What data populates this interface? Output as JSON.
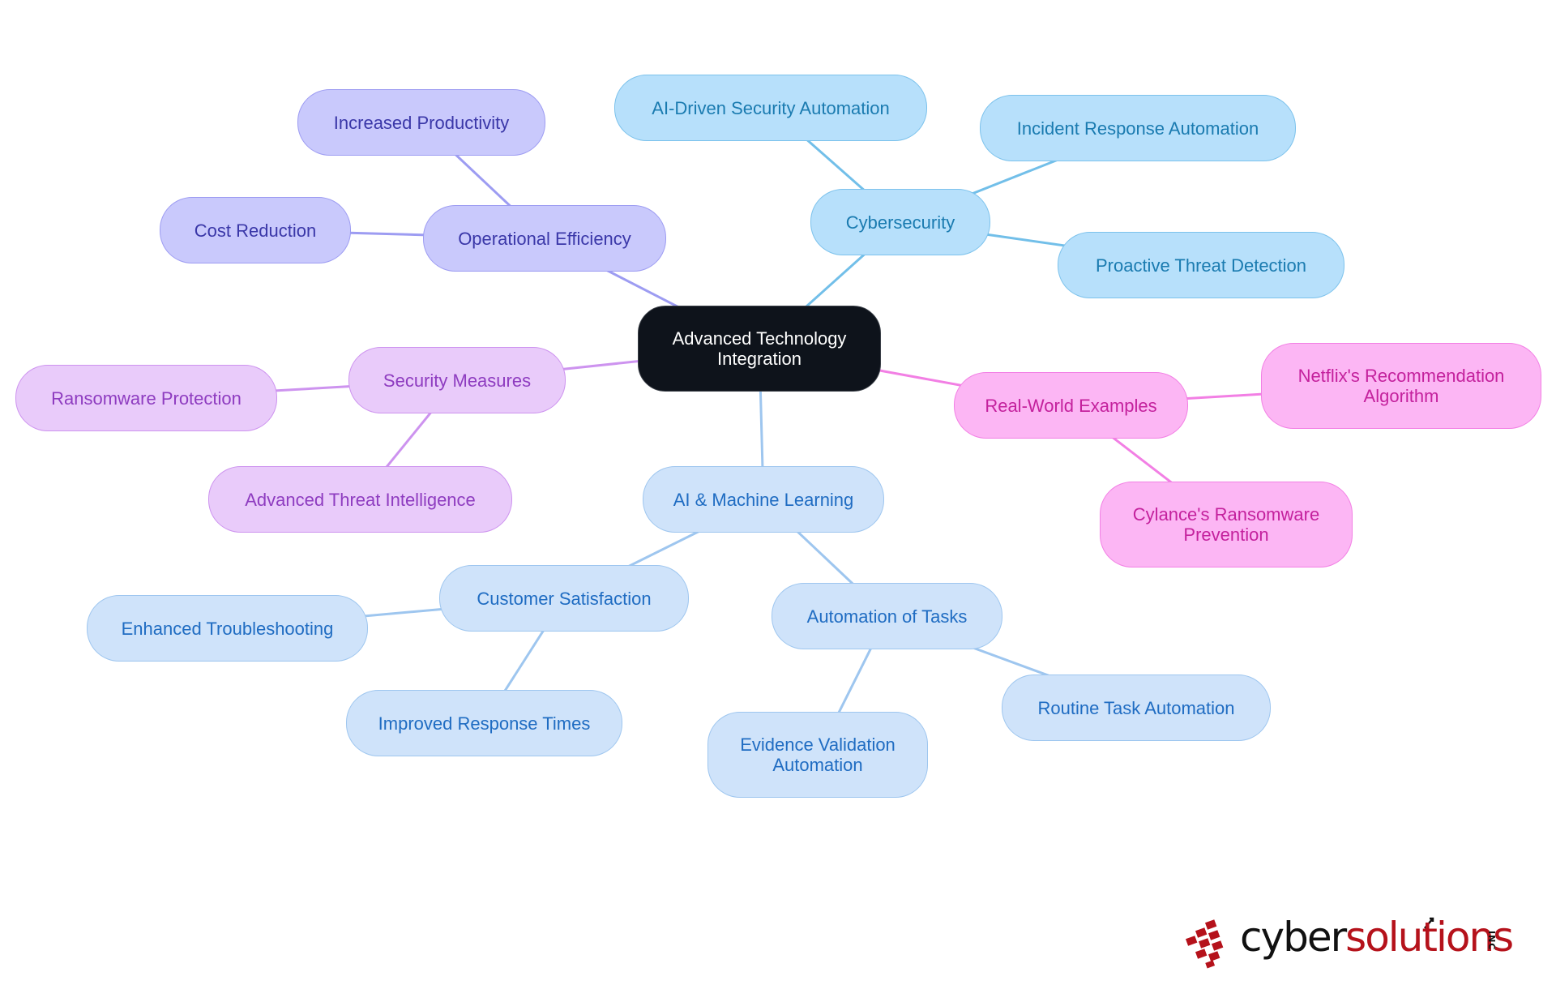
{
  "diagram": {
    "type": "mind-map",
    "root": {
      "id": "root",
      "label": "Advanced Technology\nIntegration"
    },
    "nodes": [
      {
        "id": "ops",
        "label": "Operational Efficiency",
        "group": "purple",
        "parent": "root"
      },
      {
        "id": "prod",
        "label": "Increased Productivity",
        "group": "purple",
        "parent": "ops"
      },
      {
        "id": "cost",
        "label": "Cost Reduction",
        "group": "purple",
        "parent": "ops"
      },
      {
        "id": "cyber",
        "label": "Cybersecurity",
        "group": "sky",
        "parent": "root"
      },
      {
        "id": "aidsa",
        "label": "AI-Driven Security Automation",
        "group": "sky",
        "parent": "cyber"
      },
      {
        "id": "ira",
        "label": "Incident Response Automation",
        "group": "sky",
        "parent": "cyber"
      },
      {
        "id": "ptd",
        "label": "Proactive Threat Detection",
        "group": "sky",
        "parent": "cyber"
      },
      {
        "id": "sec",
        "label": "Security Measures",
        "group": "violet",
        "parent": "root"
      },
      {
        "id": "ransom",
        "label": "Ransomware Protection",
        "group": "violet",
        "parent": "sec"
      },
      {
        "id": "ati",
        "label": "Advanced Threat Intelligence",
        "group": "violet",
        "parent": "sec"
      },
      {
        "id": "rwe",
        "label": "Real-World Examples",
        "group": "pink",
        "parent": "root"
      },
      {
        "id": "netflix",
        "label": "Netflix's Recommendation\nAlgorithm",
        "group": "pink",
        "parent": "rwe"
      },
      {
        "id": "cylance",
        "label": "Cylance's Ransomware\nPrevention",
        "group": "pink",
        "parent": "rwe"
      },
      {
        "id": "aiml",
        "label": "AI & Machine Learning",
        "group": "blue",
        "parent": "root"
      },
      {
        "id": "csat",
        "label": "Customer Satisfaction",
        "group": "blue",
        "parent": "aiml"
      },
      {
        "id": "etrouble",
        "label": "Enhanced Troubleshooting",
        "group": "blue",
        "parent": "csat"
      },
      {
        "id": "irt",
        "label": "Improved Response Times",
        "group": "blue",
        "parent": "csat"
      },
      {
        "id": "aot",
        "label": "Automation of Tasks",
        "group": "blue",
        "parent": "aiml"
      },
      {
        "id": "eva",
        "label": "Evidence Validation\nAutomation",
        "group": "blue",
        "parent": "aot"
      },
      {
        "id": "rta",
        "label": "Routine Task Automation",
        "group": "blue",
        "parent": "aot"
      }
    ],
    "edge_colors": {
      "purple": "#9d9cf2",
      "sky": "#72bfe9",
      "violet": "#cd93ef",
      "pink": "#f27fe4",
      "blue": "#9ec6ef"
    }
  },
  "logo": {
    "brand_part1": "cyber",
    "brand_part2": "solutions",
    "suffix": "INC",
    "colors": {
      "dark": "#111111",
      "red": "#b5121b"
    }
  }
}
